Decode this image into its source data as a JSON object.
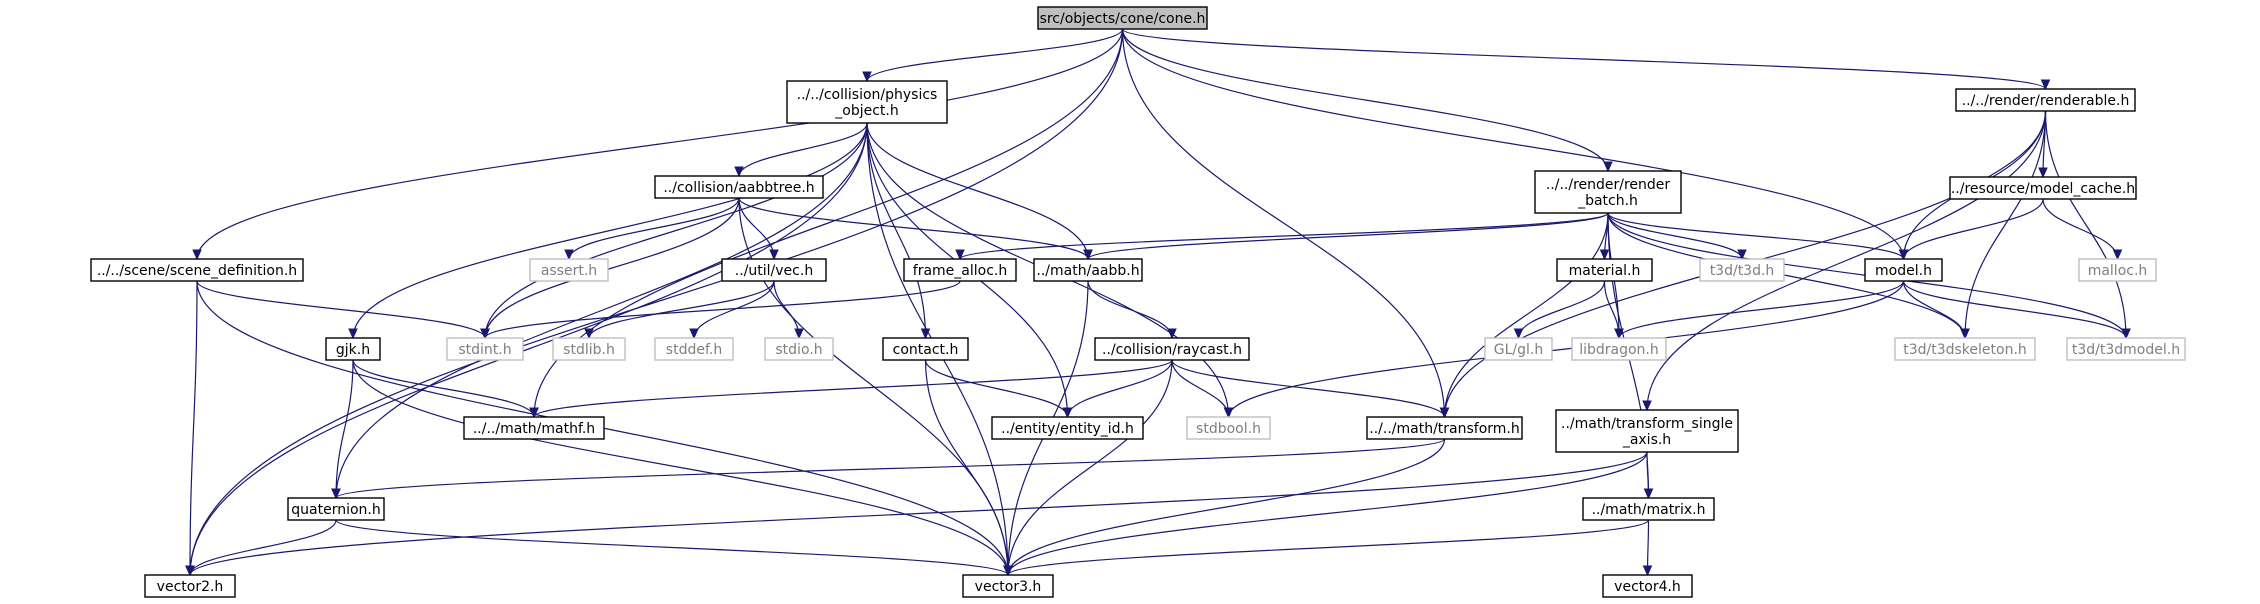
{
  "colors": {
    "edge": "#191970",
    "root_fill": "#bfbfbf",
    "node_stroke": "#000000",
    "external_stroke": "#bfbfbf",
    "text": "#000000",
    "external_text": "#7f7f7f"
  },
  "nodes": {
    "cone": {
      "lines": [
        "src/objects/cone/cone.h"
      ],
      "root": true
    },
    "physics": {
      "lines": [
        "../../collision/physics",
        "_object.h"
      ]
    },
    "renderable": {
      "lines": [
        "../../render/renderable.h"
      ]
    },
    "render_batch": {
      "lines": [
        "../../render/render",
        "_batch.h"
      ]
    },
    "aabbtree": {
      "lines": [
        "../collision/aabbtree.h"
      ]
    },
    "model_cache": {
      "lines": [
        "../resource/model_cache.h"
      ]
    },
    "scene_def": {
      "lines": [
        "../../scene/scene_definition.h"
      ]
    },
    "assert": {
      "lines": [
        "assert.h"
      ],
      "external": true
    },
    "vec": {
      "lines": [
        "../util/vec.h"
      ]
    },
    "frame_alloc": {
      "lines": [
        "frame_alloc.h"
      ]
    },
    "aabb": {
      "lines": [
        "../math/aabb.h"
      ]
    },
    "material": {
      "lines": [
        "material.h"
      ]
    },
    "t3d": {
      "lines": [
        "t3d/t3d.h"
      ],
      "external": true
    },
    "model": {
      "lines": [
        "model.h"
      ]
    },
    "malloc": {
      "lines": [
        "malloc.h"
      ],
      "external": true
    },
    "gjk": {
      "lines": [
        "gjk.h"
      ]
    },
    "stdint": {
      "lines": [
        "stdint.h"
      ],
      "external": true
    },
    "stdlib": {
      "lines": [
        "stdlib.h"
      ],
      "external": true
    },
    "stddef": {
      "lines": [
        "stddef.h"
      ],
      "external": true
    },
    "stdio": {
      "lines": [
        "stdio.h"
      ],
      "external": true
    },
    "contact": {
      "lines": [
        "contact.h"
      ]
    },
    "raycast": {
      "lines": [
        "../collision/raycast.h"
      ]
    },
    "gl": {
      "lines": [
        "GL/gl.h"
      ],
      "external": true
    },
    "libdragon": {
      "lines": [
        "libdragon.h"
      ],
      "external": true
    },
    "t3dskeleton": {
      "lines": [
        "t3d/t3dskeleton.h"
      ],
      "external": true
    },
    "t3dmodel": {
      "lines": [
        "t3d/t3dmodel.h"
      ],
      "external": true
    },
    "mathf": {
      "lines": [
        "../../math/mathf.h"
      ]
    },
    "entity_id": {
      "lines": [
        "../entity/entity_id.h"
      ]
    },
    "stdbool": {
      "lines": [
        "stdbool.h"
      ],
      "external": true
    },
    "transform": {
      "lines": [
        "../../math/transform.h"
      ]
    },
    "tsa": {
      "lines": [
        "../math/transform_single",
        "_axis.h"
      ]
    },
    "quaternion": {
      "lines": [
        "quaternion.h"
      ]
    },
    "matrix": {
      "lines": [
        "../math/matrix.h"
      ]
    },
    "vector2": {
      "lines": [
        "vector2.h"
      ]
    },
    "vector3": {
      "lines": [
        "vector3.h"
      ]
    },
    "vector4": {
      "lines": [
        "vector4.h"
      ]
    }
  }
}
